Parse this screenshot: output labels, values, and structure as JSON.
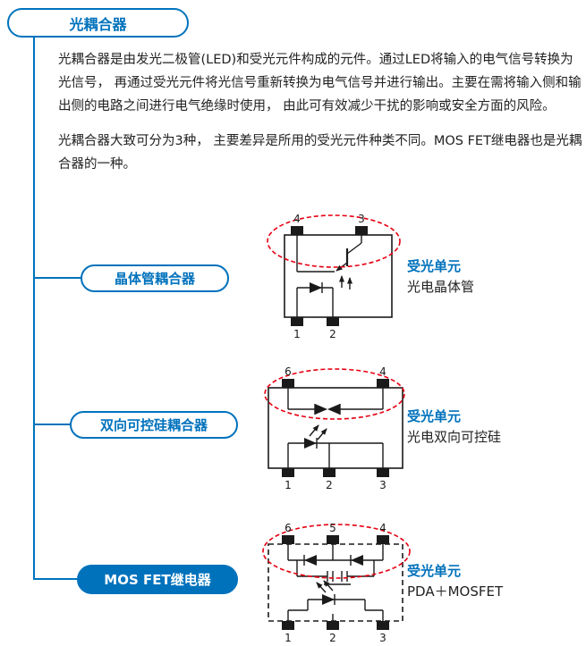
{
  "colors": {
    "blue": "#0072bc",
    "red": "#e60012"
  },
  "title_badge": "光耦合器",
  "intro": {
    "p1": "光耦合器是由发光二极管(LED)和受光元件构成的元件。通过LED将输入的电气信号转换为光信号， 再通过受光元件将光信号重新转换为电气信号并进行输出。主要在需将输入侧和输出侧的电路之间进行电气绝缘时使用， 由此可有效减少干扰的影响或安全方面的风险。",
    "p2": "光耦合器大致可分为3种， 主要差异是所用的受光元件种类不同。MOS FET继电器也是光耦合器的一种。"
  },
  "sections": [
    {
      "label": "晶体管耦合器",
      "receiver_label": "受光单元",
      "receiver_type": "光电晶体管",
      "pins_top": [
        "4",
        "3"
      ],
      "pins_bottom": [
        "1",
        "2"
      ]
    },
    {
      "label": "双向可控硅耦合器",
      "receiver_label": "受光单元",
      "receiver_type": "光电双向可控硅",
      "pins_top": [
        "6",
        "4"
      ],
      "pins_bottom": [
        "1",
        "2",
        "3"
      ]
    },
    {
      "label": "MOS FET继电器",
      "receiver_label": "受光单元",
      "receiver_type": "PDA＋MOSFET",
      "pins_top": [
        "6",
        "5",
        "4"
      ],
      "pins_bottom": [
        "1",
        "2",
        "3"
      ]
    }
  ]
}
